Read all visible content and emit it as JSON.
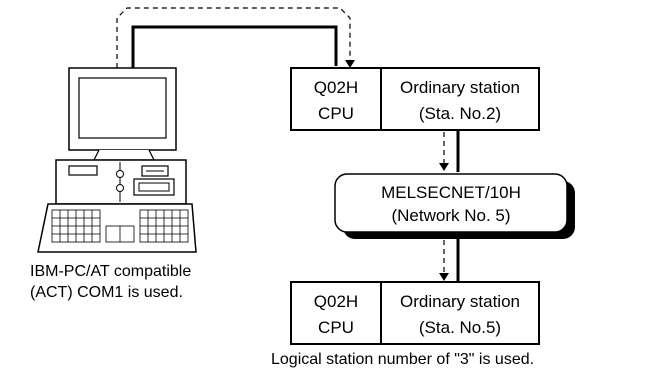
{
  "pc": {
    "caption_line1": "IBM-PC/AT compatible",
    "caption_line2": "(ACT) COM1 is used."
  },
  "station_top": {
    "cpu_line1": "Q02H",
    "cpu_line2": "CPU",
    "station_line1": "Ordinary station",
    "station_line2": "(Sta. No.2)"
  },
  "network": {
    "line1": "MELSECNET/10H",
    "line2": "(Network No. 5)"
  },
  "station_bottom": {
    "cpu_line1": "Q02H",
    "cpu_line2": "CPU",
    "station_line1": "Ordinary station",
    "station_line2": "(Sta. No.5)"
  },
  "note": "Logical station number of \"3\" is used."
}
